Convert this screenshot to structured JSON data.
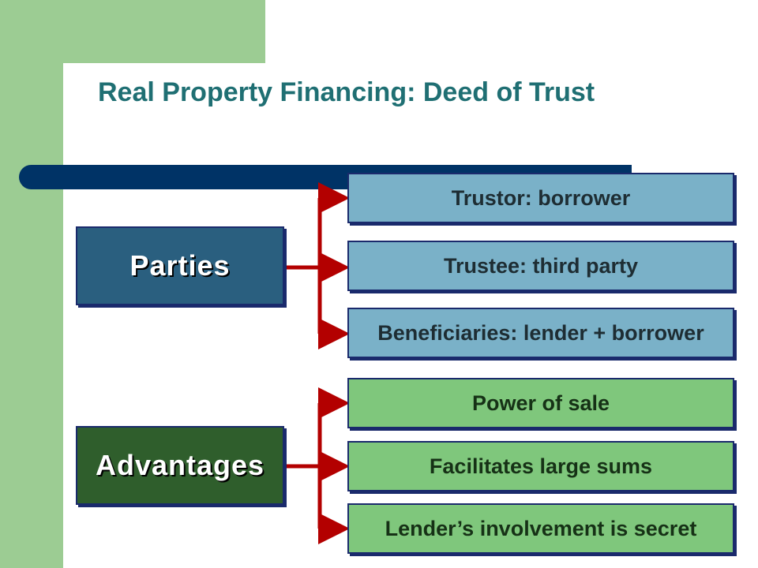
{
  "title": "Real Property Financing: Deed of Trust",
  "colors": {
    "blue_box": "#7ab1c8",
    "green_box": "#7fc77c",
    "arrow": "#b30000",
    "bar": "#003366"
  },
  "groups": [
    {
      "label": "Parties",
      "items": [
        "Trustor: borrower",
        "Trustee: third party",
        "Beneficiaries: lender + borrower"
      ]
    },
    {
      "label": "Advantages",
      "items": [
        "Power of sale",
        "Facilitates large sums",
        "Lender’s involvement is secret"
      ]
    }
  ]
}
